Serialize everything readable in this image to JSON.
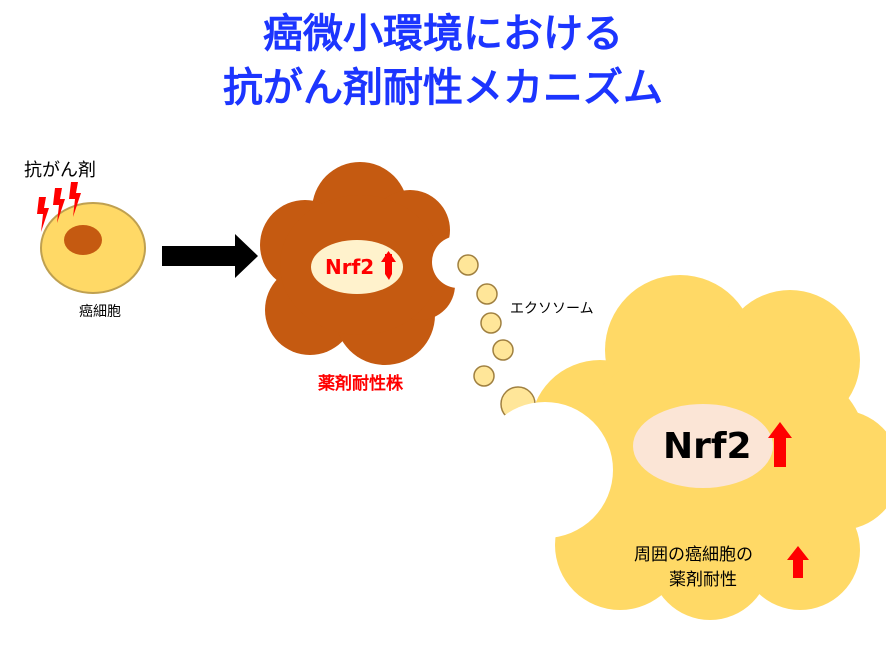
{
  "colors": {
    "title": "#1c35ff",
    "cell": "#ffd966",
    "cell_outline": "#bfa050",
    "nucleus": "#c55a11",
    "resistant_cell": "#c55a11",
    "nucleus_light": "#fff2cc",
    "big_nucleus": "#fbe5d6",
    "exosome": "#ffe699",
    "exosome_outline": "#a08040",
    "arrow": "#000000",
    "up_arrow": "#ff0000",
    "label_red": "#ff0000",
    "text": "#000000"
  },
  "title": {
    "line1": "癌微小環境における",
    "line2": "抗がん剤耐性メカニズム"
  },
  "labels": {
    "drug": "抗がん剤",
    "cancer_cell": "癌細胞",
    "resistant_strain": "薬剤耐性株",
    "exosome": "エクソソーム",
    "nrf2_small": "Nrf2",
    "nrf2_large": "Nrf2",
    "surrounding_line1": "周囲の癌細胞の",
    "surrounding_line2": "薬剤耐性"
  },
  "icons": {
    "lightning": "lightning-bolt-icon",
    "right_arrow": "arrow-right-icon",
    "up_arrow": "arrow-up-icon"
  }
}
